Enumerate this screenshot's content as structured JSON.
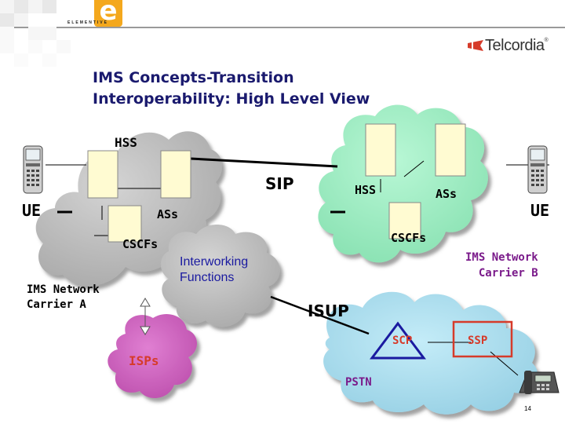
{
  "header": {
    "logo_letter": "e",
    "logo_tagline": "ELEMENTIVE",
    "brand": "Telcordia",
    "brand_registered": "®"
  },
  "title": {
    "line1": "IMS Concepts-Transition",
    "line2": "Interoperability: High Level View"
  },
  "labels": {
    "hss_left": "HSS",
    "sip": "SIP",
    "hss_right": "HSS",
    "ass_right": "ASs",
    "ue_left": "UE",
    "ue_right": "UE",
    "ass_left": "ASs",
    "cscfs_left": "CSCFs",
    "cscfs_right": "CSCFs",
    "interworking_line1": "Interworking",
    "interworking_line2": "Functions",
    "carrier_a_line1": "IMS Network",
    "carrier_a_line2": "Carrier A",
    "carrier_b_line1": "IMS Network",
    "carrier_b_line2": "Carrier B",
    "isup": "ISUP",
    "scp": "SCP",
    "ssp": "SSP",
    "isps": "ISPs",
    "pstn": "PSTN"
  },
  "page_number": "14",
  "colors": {
    "title": "#1a1a6e",
    "carrier_a_cloud": "#b9b9b9",
    "carrier_b_cloud": "#9ff0c4",
    "interworking_cloud": "#b9b9b9",
    "pstn_cloud": "#a9dcec",
    "isps_cloud": "#d05dc0",
    "node_box": "#fffbd2",
    "accent_orange": "#f4a81d",
    "accent_red": "#d63b2a",
    "label_blue": "#1a1aa0",
    "label_purple": "#7a1a8a",
    "scp_triangle": "#1a1aa0"
  },
  "icons": [
    "mobile-phone-icon",
    "desk-phone-icon",
    "telcordia-logo-icon",
    "elementive-logo-icon"
  ]
}
